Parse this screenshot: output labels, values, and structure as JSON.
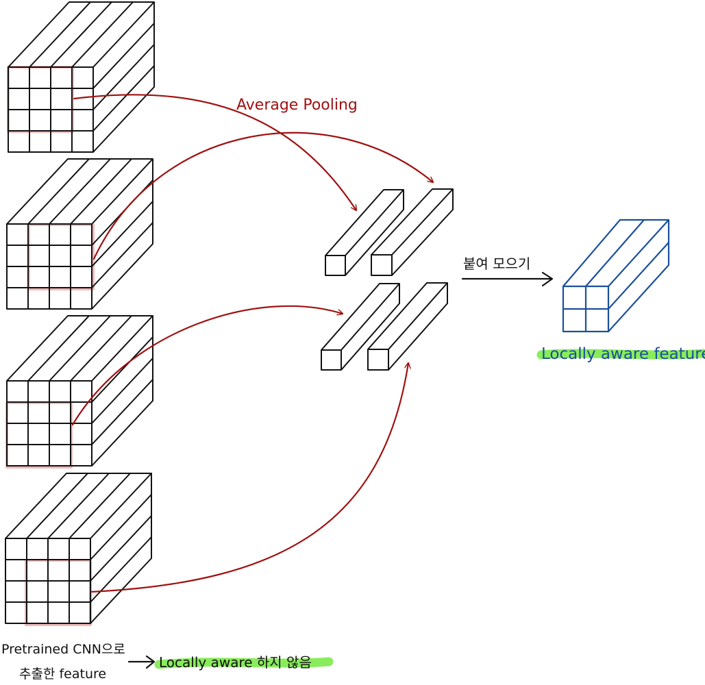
{
  "labels": {
    "average_pooling": "Average Pooling",
    "concat": "붙여 모으기",
    "locally_aware_feature": "Locally aware feature",
    "pretrained_line1": "Pretrained CNN으로",
    "pretrained_line2": "추출한 feature",
    "not_locally_aware": "Locally aware 하지 않음"
  },
  "colors": {
    "ink": "#111111",
    "pooling_arrow": "#a01010",
    "pooling_highlight": "#f2b8b8",
    "output_cube": "#1a4f9c",
    "marker": "#7cea4a"
  },
  "feature_maps": [
    {
      "grid": "4x4",
      "highlight": "top-left 3x3"
    },
    {
      "grid": "4x4",
      "highlight": "top-right 3x3"
    },
    {
      "grid": "4x4",
      "highlight": "bottom-left 3x3"
    },
    {
      "grid": "4x4",
      "highlight": "bottom-right 3x3"
    }
  ],
  "pooled_vectors": 4,
  "output_grid": "2x2"
}
